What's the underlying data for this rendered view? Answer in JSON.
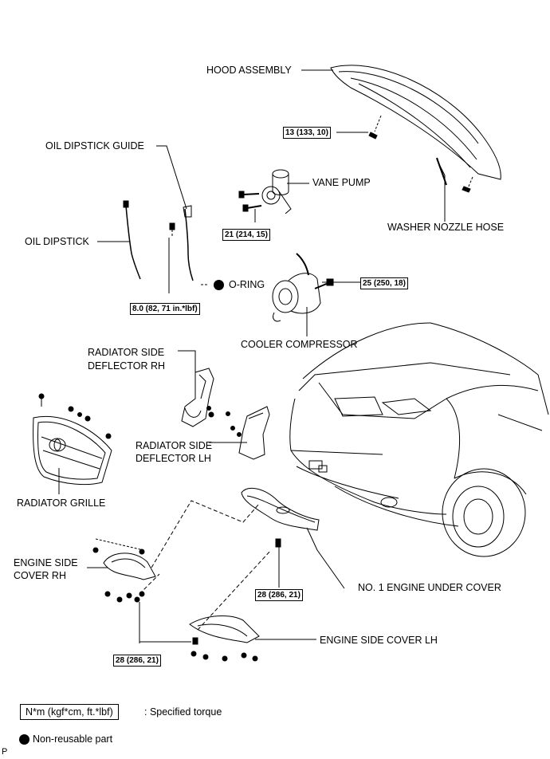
{
  "labels": {
    "hood_assembly": "HOOD ASSEMBLY",
    "oil_dipstick_guide": "OIL DIPSTICK GUIDE",
    "vane_pump": "VANE PUMP",
    "washer_nozzle_hose": "WASHER NOZZLE HOSE",
    "oil_dipstick": "OIL DIPSTICK",
    "o_ring": "O-RING",
    "cooler_compressor": "COOLER COMPRESSOR",
    "radiator_side_deflector_rh_1": "RADIATOR SIDE",
    "radiator_side_deflector_rh_2": "DEFLECTOR RH",
    "radiator_side_deflector_lh_1": "RADIATOR SIDE",
    "radiator_side_deflector_lh_2": "DEFLECTOR LH",
    "radiator_grille": "RADIATOR GRILLE",
    "engine_side_cover_rh_1": "ENGINE SIDE",
    "engine_side_cover_rh_2": "COVER RH",
    "no1_engine_under_cover": "NO. 1 ENGINE UNDER COVER",
    "engine_side_cover_lh": "ENGINE SIDE COVER LH"
  },
  "torques": {
    "hood": "13 (133, 10)",
    "vane_pump": "21 (214, 15)",
    "dipstick_guide": "8.0 (82, 71 in.*lbf)",
    "compressor": "25 (250, 18)",
    "under_cover": "28 (286, 21)",
    "side_cover": "28 (286, 21)"
  },
  "legend": {
    "torque_unit": "N*m (kgf*cm, ft.*lbf)",
    "torque_desc": ": Specified torque",
    "nonreusable_desc": "Non-reusable part"
  },
  "corner_mark": "P"
}
